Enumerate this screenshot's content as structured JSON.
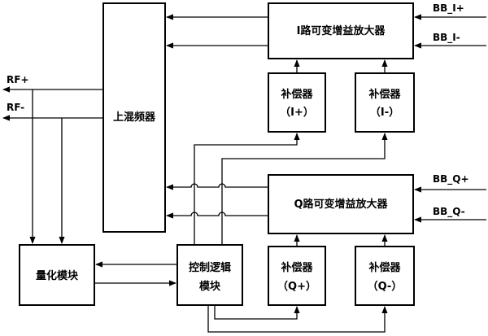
{
  "blocks": {
    "upmixer": "上混频器",
    "i_vga": "I路可变增益放大器",
    "q_vga": "Q路可变增益放大器",
    "comp_i_plus": {
      "line1": "补偿器",
      "line2": "（I+）"
    },
    "comp_i_minus": {
      "line1": "补偿器",
      "line2": "（I-）"
    },
    "comp_q_plus": {
      "line1": "补偿器",
      "line2": "（Q+）"
    },
    "comp_q_minus": {
      "line1": "补偿器",
      "line2": "（Q-）"
    },
    "quant": "量化模块",
    "ctrl": {
      "line1": "控制逻辑",
      "line2": "模块"
    }
  },
  "ports": {
    "bb_i_plus": "BB_I+",
    "bb_i_minus": "BB_I-",
    "bb_q_plus": "BB_Q+",
    "bb_q_minus": "BB_Q-",
    "rf_plus": "RF+",
    "rf_minus": "RF-"
  }
}
